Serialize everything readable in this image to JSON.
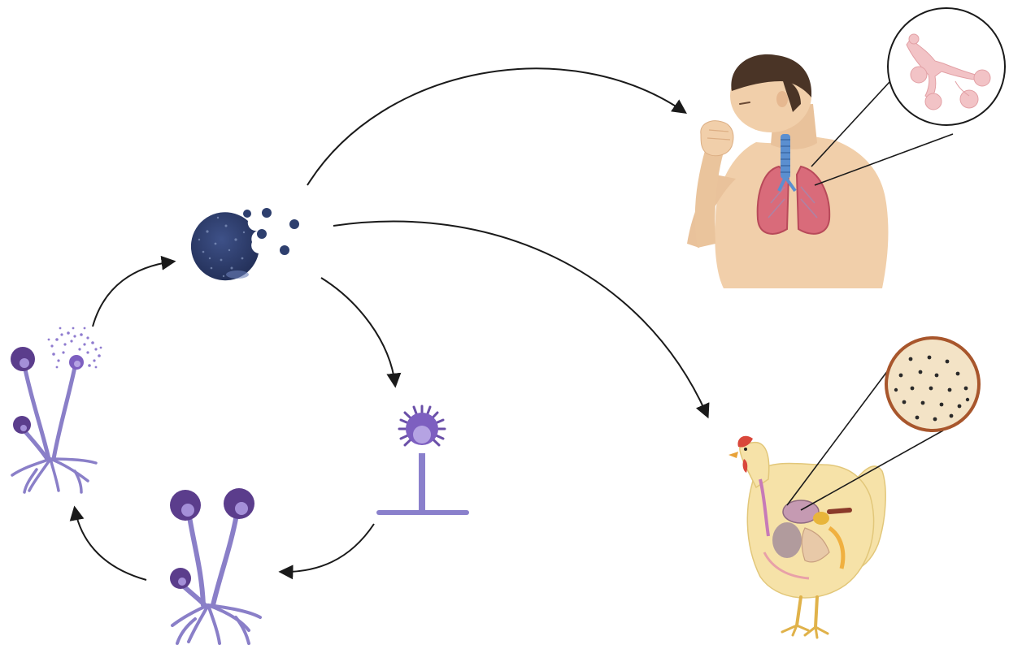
{
  "diagram": {
    "nodes": [
      {
        "id": "spore-mass",
        "icon": "spore-cluster-icon"
      },
      {
        "id": "conidiophore-single",
        "icon": "aspergillus-conidiophore-icon"
      },
      {
        "id": "mycelium-growth",
        "icon": "mycelium-sporangia-icon"
      },
      {
        "id": "mycelium-sporulating",
        "icon": "sporulating-mycelium-icon"
      },
      {
        "id": "human-host",
        "icon": "coughing-human-icon"
      },
      {
        "id": "lung-bronchi-zoom",
        "icon": "bronchi-magnified-icon"
      },
      {
        "id": "chicken-host",
        "icon": "chicken-anatomy-icon"
      },
      {
        "id": "chicken-tissue-zoom",
        "icon": "tissue-spores-magnified-icon"
      }
    ],
    "edges": [
      {
        "from": "spore-mass",
        "to": "human-host"
      },
      {
        "from": "spore-mass",
        "to": "chicken-host"
      },
      {
        "from": "spore-mass",
        "to": "conidiophore-single"
      },
      {
        "from": "conidiophore-single",
        "to": "mycelium-growth"
      },
      {
        "from": "mycelium-growth",
        "to": "mycelium-sporulating"
      },
      {
        "from": "mycelium-sporulating",
        "to": "spore-mass"
      }
    ],
    "colors": {
      "arrow": "#1a1a1a",
      "spore": "#2e3f6e",
      "fungus": "#7a67b3",
      "fungus_dark": "#5b3d8c",
      "skin": "#f1cfaa",
      "hair": "#4a3426",
      "lung": "#d96b7a",
      "trachea": "#5b8fd0",
      "chicken": "#f6e2a8",
      "comb": "#d9473b",
      "tissue": "#f3e3c6",
      "tissue_ring": "#a8562c"
    }
  }
}
